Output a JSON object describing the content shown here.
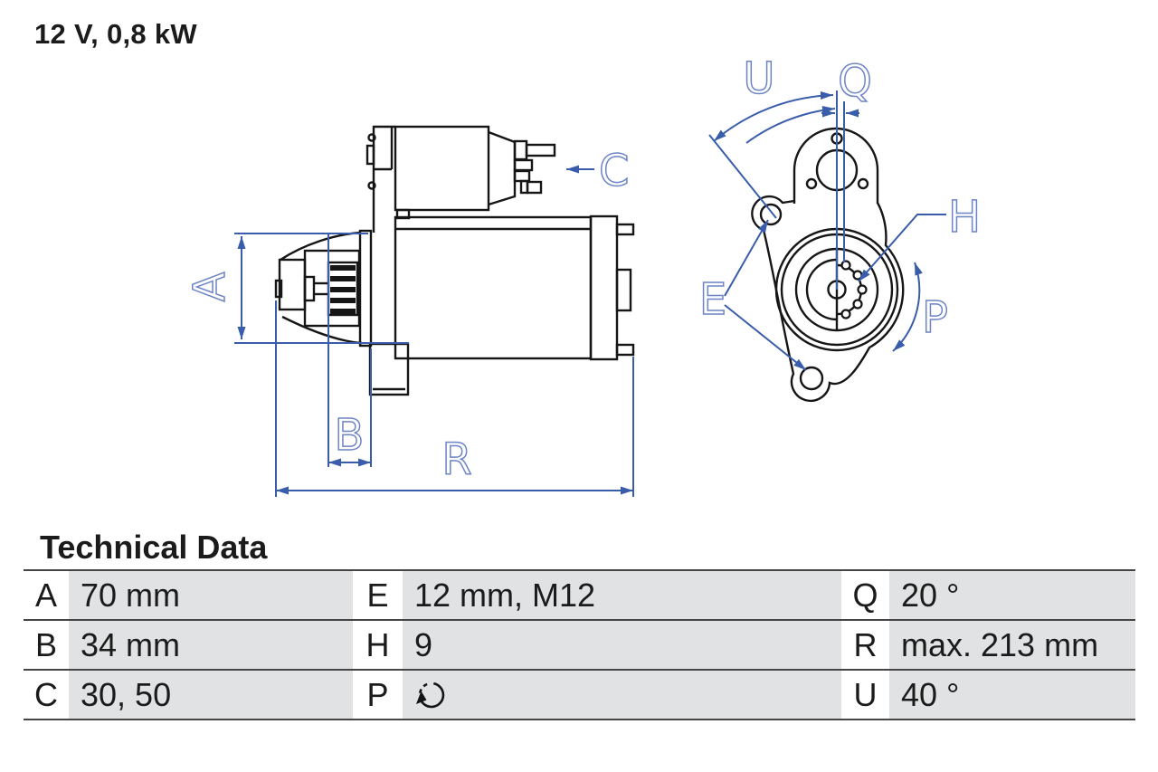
{
  "title": "12 V, 0,8 kW",
  "technical_data": {
    "heading": "Technical Data",
    "rows": [
      {
        "cells": [
          {
            "key": "A",
            "value": "70 mm"
          },
          {
            "key": "E",
            "value": "12 mm, M12"
          },
          {
            "key": "Q",
            "value": "20 °"
          }
        ]
      },
      {
        "cells": [
          {
            "key": "B",
            "value": "34 mm"
          },
          {
            "key": "H",
            "value": "9"
          },
          {
            "key": "R",
            "value": "max. 213 mm"
          }
        ]
      },
      {
        "cells": [
          {
            "key": "C",
            "value": "30, 50"
          },
          {
            "key": "P",
            "value": "",
            "icon": "rotation-direction"
          },
          {
            "key": "U",
            "value": "40 °"
          }
        ]
      }
    ]
  },
  "drawing": {
    "side_view_labels": {
      "A": "A",
      "B": "B",
      "C": "C",
      "R": "R"
    },
    "front_view_labels": {
      "E": "E",
      "H": "H",
      "P": "P",
      "Q": "Q",
      "U": "U"
    }
  },
  "colors": {
    "dimension_line": "#3a5dab",
    "dimension_text": "#6d84c6",
    "outline": "#161616",
    "table_value_bg": "#e1e2e3",
    "table_rule": "#454545",
    "text": "#1b1b1b"
  }
}
